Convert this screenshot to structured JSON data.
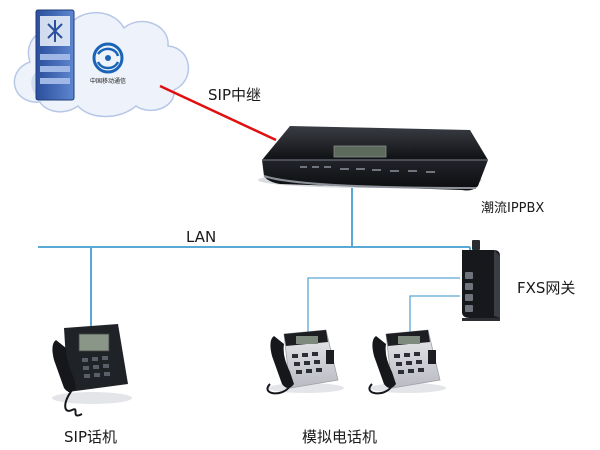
{
  "labels": {
    "sip_trunk": "SIP中继",
    "ippbx": "潮流IPPBX",
    "lan": "LAN",
    "fxs_gateway": "FXS网关",
    "sip_phone": "SIP话机",
    "analog_phones": "模拟电话机",
    "carrier_logo": "中国移动通信"
  },
  "colors": {
    "trunk_line": "#e01010",
    "network_line": "#5aa8d6",
    "cloud_fill": "#eef3fb",
    "cloud_stroke": "#b7c7e6",
    "device_body": "#1d1f24"
  },
  "icons": {
    "cloud": "cloud-icon",
    "server": "server-icon",
    "carrier_logo": "china-mobile-logo-icon",
    "pbx": "ippbx-device-icon",
    "gateway": "fxs-gateway-icon",
    "ip_phone": "ip-phone-icon",
    "analog_phone": "analog-phone-icon"
  }
}
